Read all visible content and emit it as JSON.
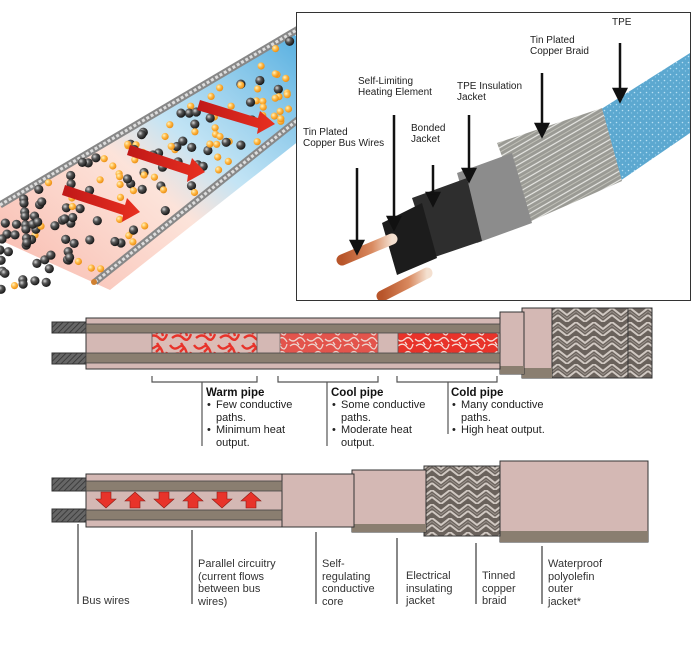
{
  "figure": {
    "title": "Self-regulating heating cable construction and operation",
    "colors": {
      "core_pink": "#d4b8b4",
      "bus_wire_gray": "#8a7e70",
      "conductive_red": "#e8332a",
      "warm_glow": "#f08070",
      "cool_glow": "#4aa8dc",
      "outer_jacket_blue": "#6fb3d6"
    }
  },
  "illustration": {
    "name": "Conductive particle paths between bus wires",
    "zones": [
      "warm",
      "cool"
    ]
  },
  "photo_callouts": {
    "labels": [
      "Tin Plated\nCopper Bus Wires",
      "Self-Limiting\nHeating Element",
      "Bonded\nJacket",
      "TPE Insulation\nJacket",
      "Tin Plated\nCopper Braid",
      "TPE"
    ]
  },
  "operation_diagram": {
    "sections": [
      {
        "heading": "Warm pipe",
        "bullets": [
          "Few conductive\npaths.",
          "Minimum heat\noutput."
        ]
      },
      {
        "heading": "Cool pipe",
        "bullets": [
          "Some conductive\npaths.",
          "Moderate heat\noutput."
        ]
      },
      {
        "heading": "Cold pipe",
        "bullets": [
          "Many conductive\npaths.",
          "High heat output."
        ]
      }
    ]
  },
  "construction_diagram": {
    "labels": [
      "Bus wires",
      "Parallel circuitry\n(current flows\nbetween bus\nwires)",
      "Self-\nregulating\nconductive\ncore",
      "Electrical\ninsulating\njacket",
      "Tinned\ncopper\nbraid",
      "Waterproof\npolyolefin\nouter\njacket*"
    ],
    "current_arrows": [
      "down",
      "up",
      "down",
      "up",
      "down",
      "up"
    ]
  }
}
